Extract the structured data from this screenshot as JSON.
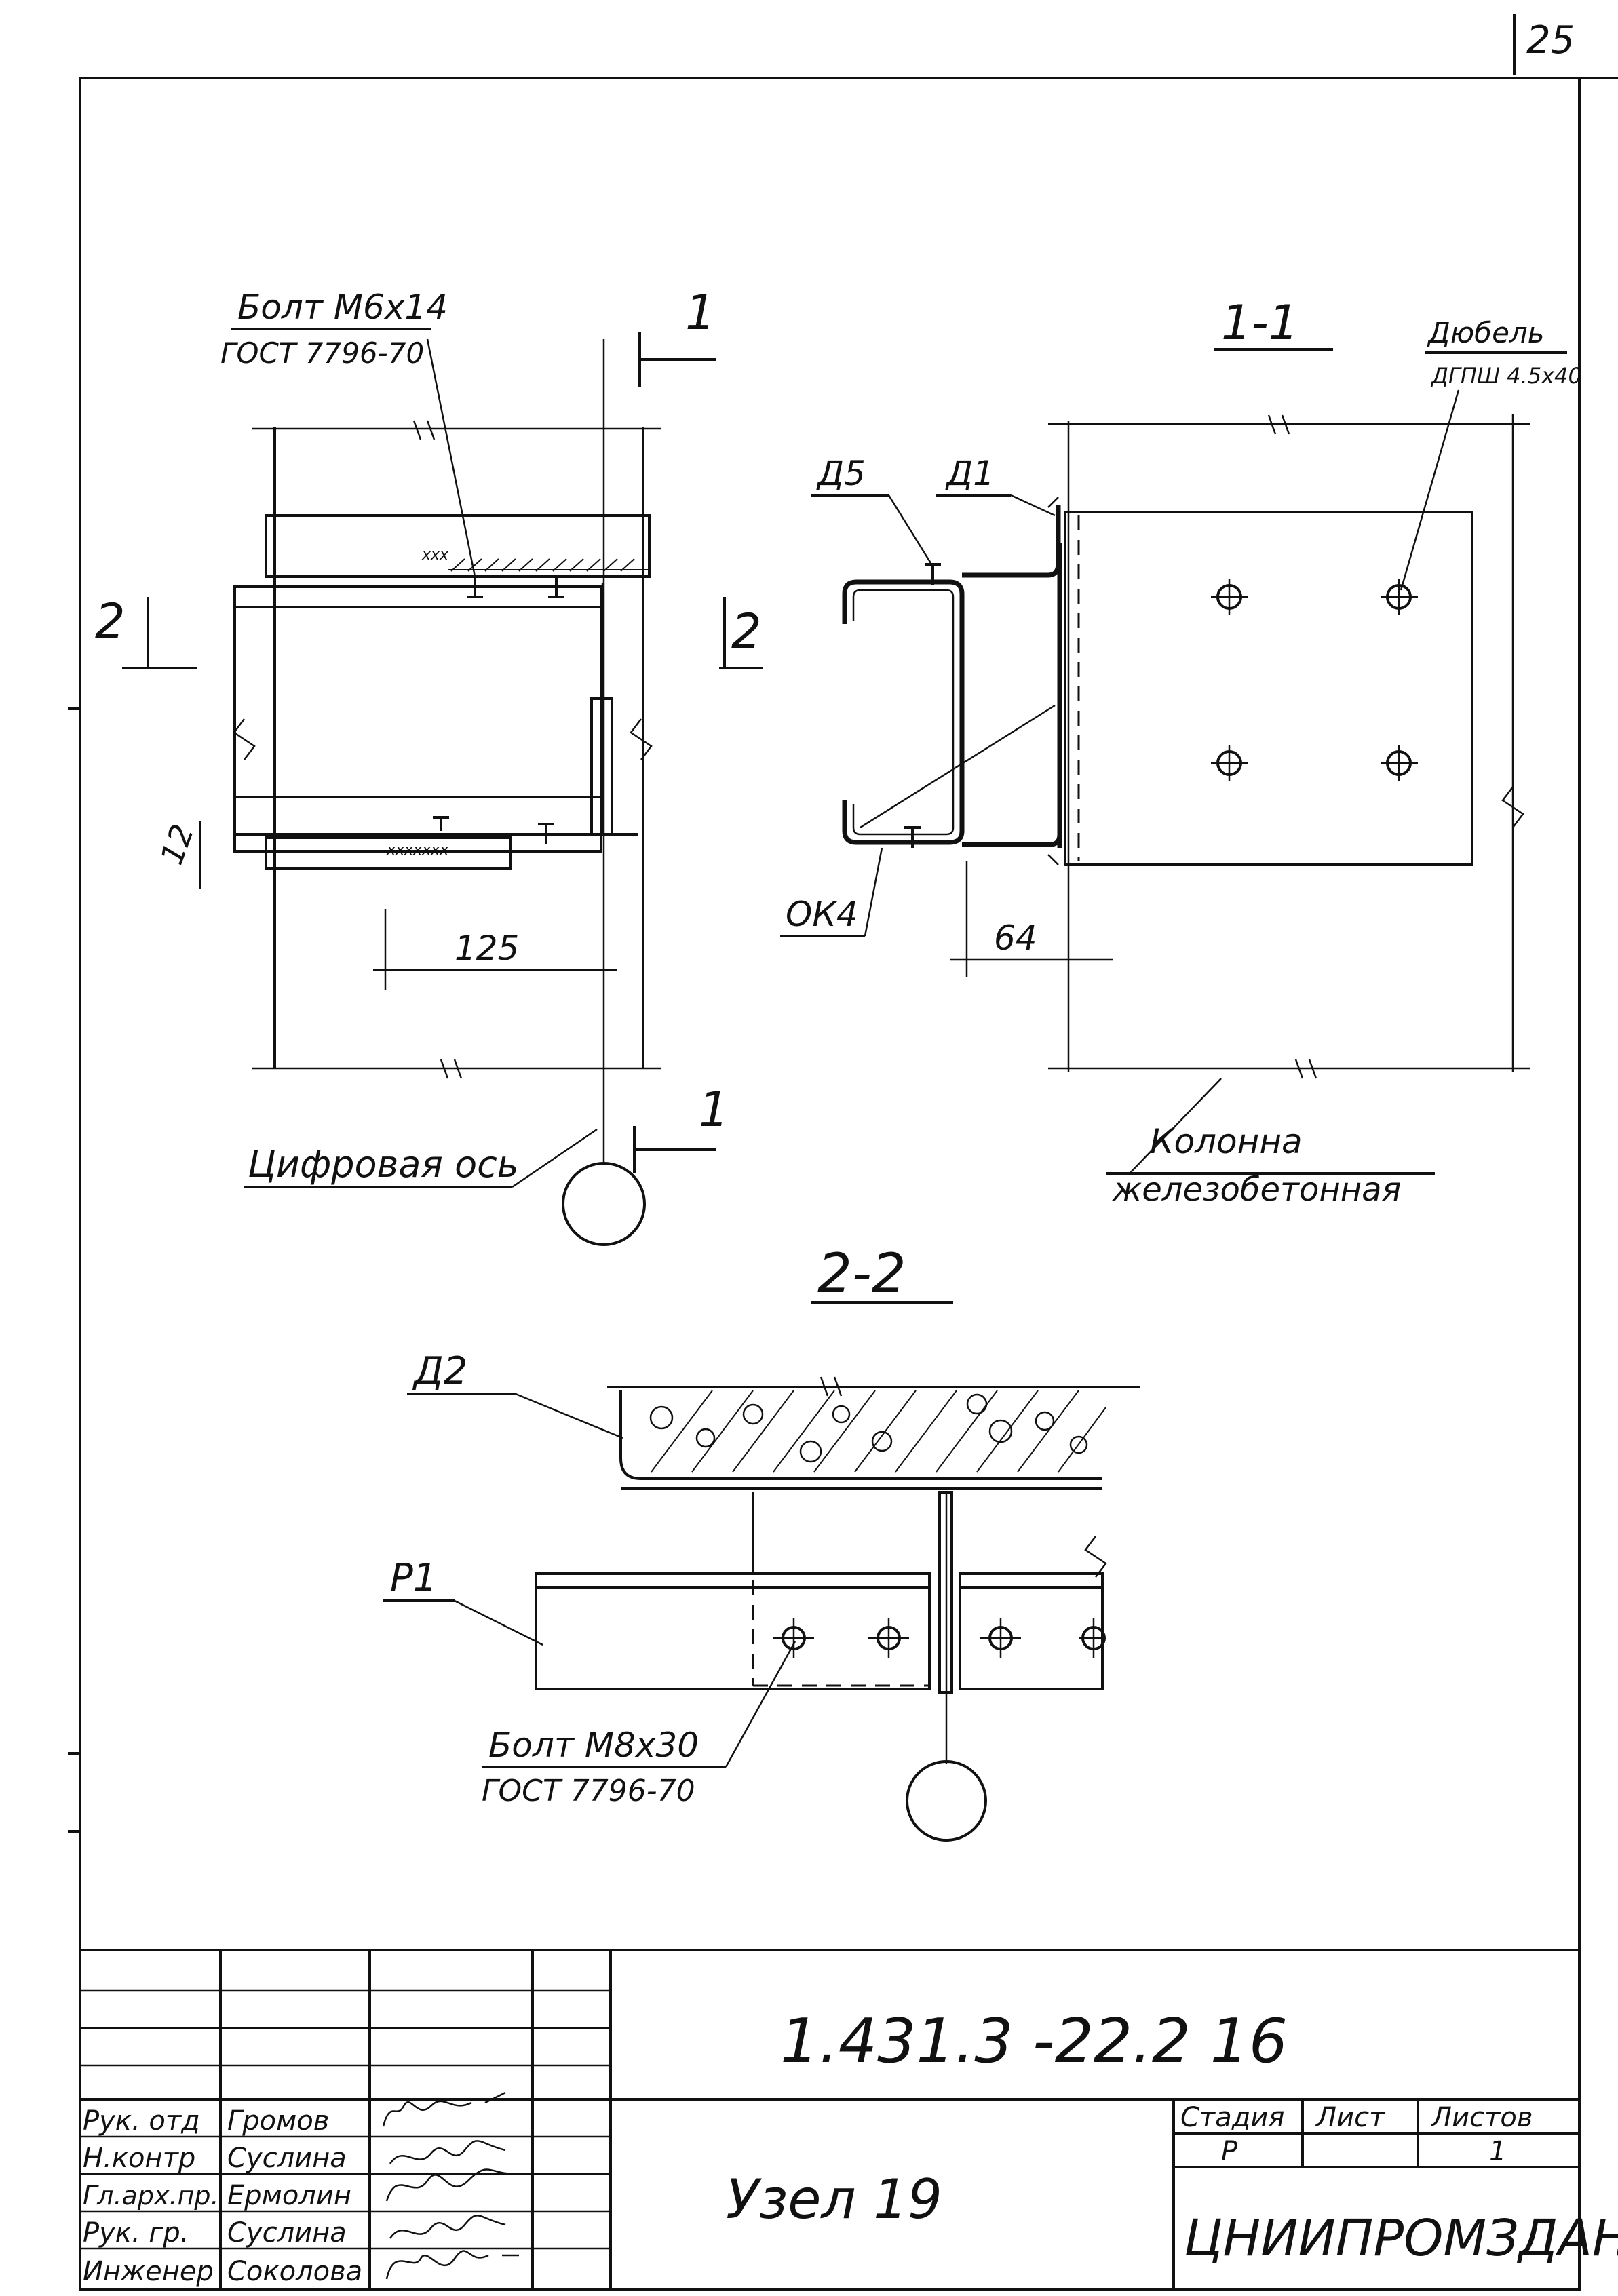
{
  "sheet": {
    "page_number": "25",
    "designation": "1.431.3 -22.2 16",
    "title": "Узел 19",
    "organization": "ЦНИИПРОМЗДАНИЙ"
  },
  "labels": {
    "bolt_top": "Болт М6х14",
    "bolt_top_gost": "ГОСТ 7796-70",
    "section_1_mark": "1",
    "section_2_mark": "2",
    "dim_125": "125",
    "dim_12": "12",
    "axis_label": "Цифровая ось",
    "section_1_title": "1-1",
    "d5": "Д5",
    "d1": "Д1",
    "dowel": "Дюбель",
    "dowel_spec": "ДГПШ 4.5х40",
    "ok4": "ОК4",
    "dim_64": "64",
    "column_1": "Колонна",
    "column_2": "железобетонная",
    "section_2_title": "2-2",
    "d2": "Д2",
    "p1": "Р1",
    "bolt_bottom": "Болт М8х30",
    "bolt_bottom_gost": "ГОСТ 7796-70"
  },
  "title_block": {
    "roles": [
      "Рук. отд",
      "Н.контр",
      "Гл.арх.пр.",
      "Рук. гр.",
      "Инженер"
    ],
    "names": [
      "Громов",
      "Суслина",
      "Ермолин",
      "Суслина",
      "Соколова"
    ],
    "stage_header": "Стадия",
    "sheet_header": "Лист",
    "sheets_header": "Листов",
    "stage_value": "Р",
    "sheets_value": "1"
  }
}
